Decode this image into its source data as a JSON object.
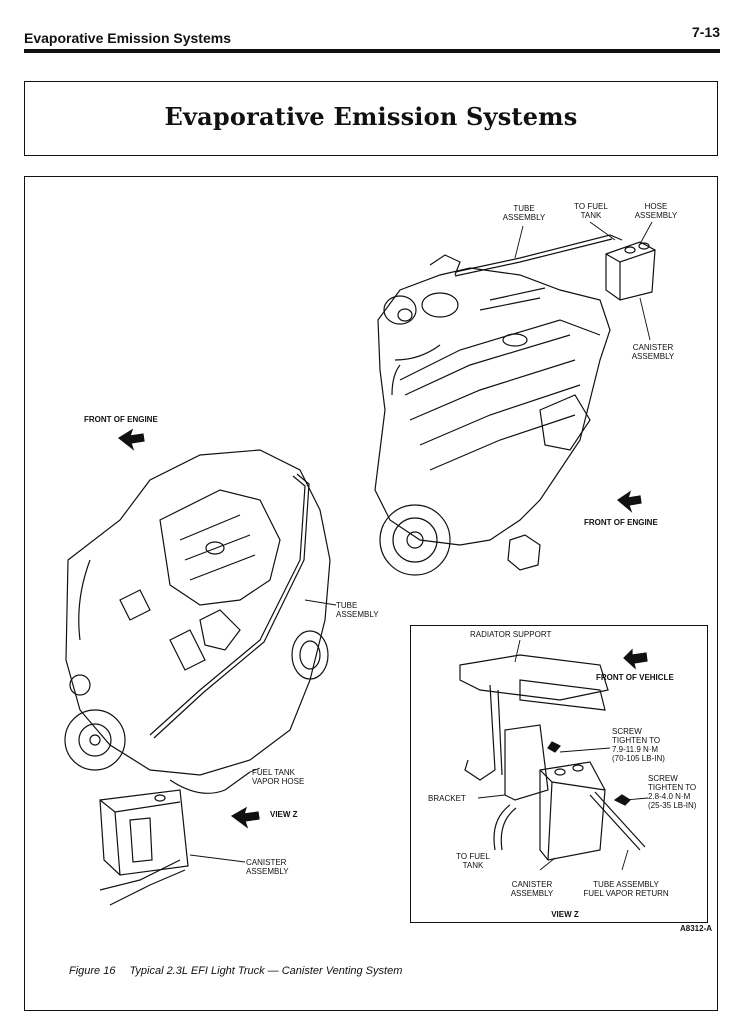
{
  "header": {
    "section_title": "Evaporative Emission Systems",
    "page_number": "7-13"
  },
  "title_box": {
    "title": "Evaporative Emission Systems"
  },
  "labels": {
    "tube_assembly_top": "TUBE\nASSEMBLY",
    "to_fuel_tank_top": "TO FUEL\nTANK",
    "hose_assembly": "HOSE\nASSEMBLY",
    "canister_assembly_top": "CANISTER\nASSEMBLY",
    "front_of_engine_left": "FRONT OF ENGINE",
    "front_of_engine_right": "FRONT OF ENGINE",
    "tube_assembly_mid": "TUBE\nASSEMBLY",
    "fuel_tank_vapor_hose": "FUEL TANK\nVAPOR HOSE",
    "view_z_label": "VIEW Z",
    "canister_assembly_bottom": "CANISTER\nASSEMBLY"
  },
  "inset": {
    "radiator_support": "RADIATOR SUPPORT",
    "front_of_vehicle": "FRONT OF VEHICLE",
    "screw_1": "SCREW\nTIGHTEN TO\n7.9-11.9 N·m\n(70-105 LB-IN)",
    "screw_2": "SCREW\nTIGHTEN TO\n2.8-4.0 N·m\n(25-35 LB-IN)",
    "bracket": "BRACKET",
    "to_fuel_tank": "TO FUEL\nTANK",
    "canister_assembly": "CANISTER\nASSEMBLY",
    "tube_assembly_return": "TUBE ASSEMBLY\nFUEL VAPOR RETURN",
    "view_z": "VIEW Z"
  },
  "figure_code": "A8312-A",
  "caption": {
    "figure_number": "Figure 16",
    "text": "Typical 2.3L EFI Light Truck — Canister Venting System"
  }
}
